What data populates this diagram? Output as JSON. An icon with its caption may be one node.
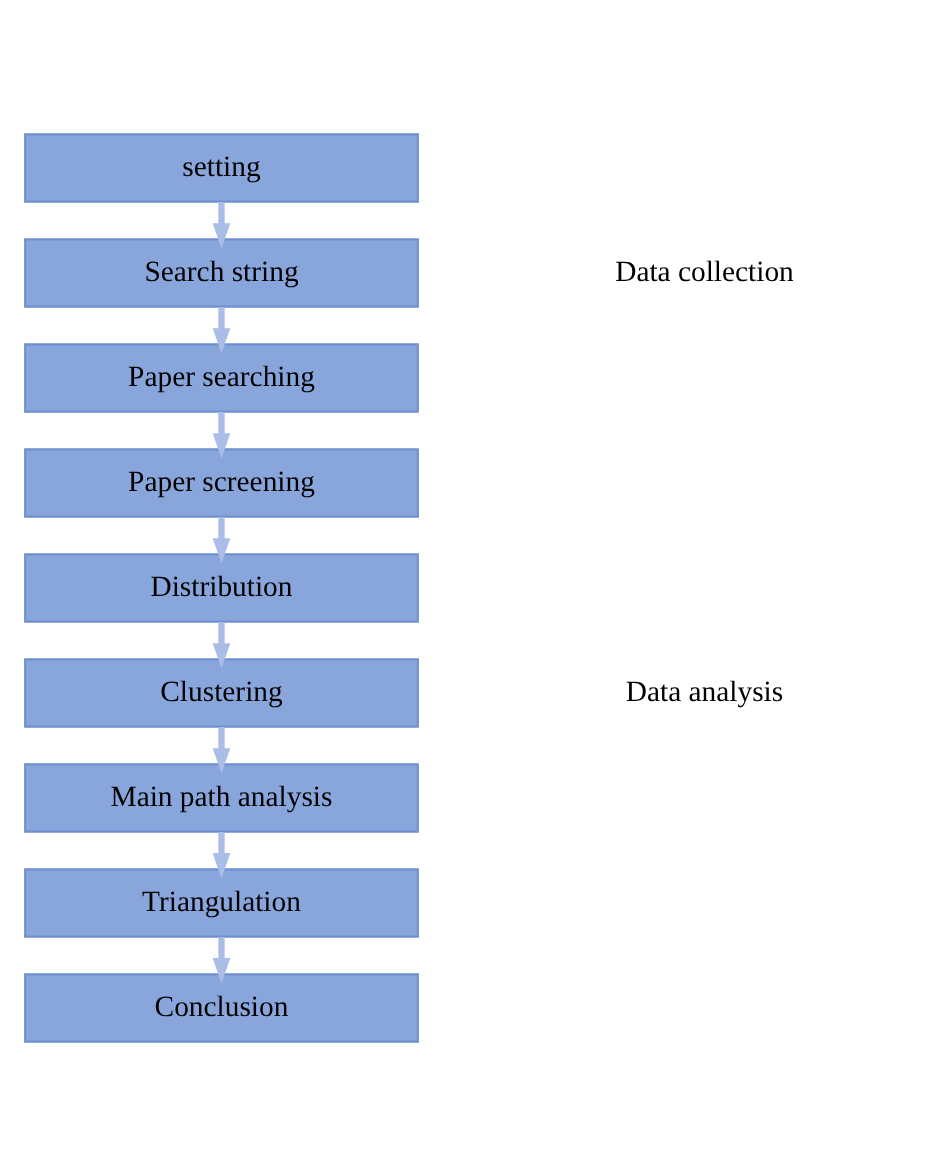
{
  "diagram": {
    "nodes": [
      {
        "text": [
          "setting"
        ]
      },
      {
        "text": [
          "Search string"
        ]
      },
      {
        "text": [
          "Paper searching"
        ]
      },
      {
        "text": [
          "Paper screening"
        ]
      },
      {
        "text": [
          "Distribution"
        ]
      },
      {
        "text": [
          "Clustering"
        ]
      },
      {
        "text": [
          "Main path analysis"
        ]
      },
      {
        "text": [
          "Triangulation"
        ]
      },
      {
        "text": [
          "Conclusion"
        ]
      }
    ],
    "edges": [
      {
        "from": 0,
        "to": 1,
        "arrow": "to"
      },
      {
        "from": 1,
        "to": 2,
        "arrow": "to"
      },
      {
        "from": 2,
        "to": 3,
        "arrow": "to"
      },
      {
        "from": 3,
        "to": 4,
        "arrow": "to"
      },
      {
        "from": 4,
        "to": 5,
        "arrow": "to"
      },
      {
        "from": 5,
        "to": 6,
        "arrow": "to"
      },
      {
        "from": 6,
        "to": 7,
        "arrow": "to"
      },
      {
        "from": 7,
        "to": 8,
        "arrow": "to"
      }
    ],
    "labels": [
      "Data collection",
      "Data analysis"
    ]
  }
}
